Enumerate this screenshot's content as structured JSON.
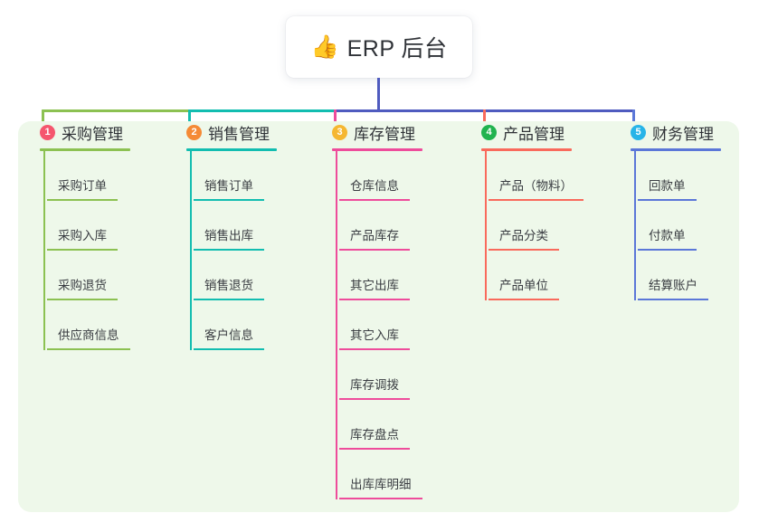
{
  "root": {
    "icon": "thumbs-up-icon",
    "emoji": "👍",
    "title": "ERP 后台"
  },
  "theme": {
    "page_background": "#ffffff",
    "panel_background": "#eef8ea",
    "root_connector": "#4f5bbf",
    "text_color": "#2f3237"
  },
  "connector": {
    "segments": [
      {
        "name": "bus-green",
        "color": "#8cc152"
      },
      {
        "name": "bus-teal",
        "color": "#12bdb0"
      },
      {
        "name": "bus-indigo",
        "color": "#4f5bbf"
      }
    ]
  },
  "columns": [
    {
      "number": "1",
      "title": "采购管理",
      "badge_color": "#f5566e",
      "line_color": "#8cc152",
      "items": [
        {
          "label": "采购订单"
        },
        {
          "label": "采购入库"
        },
        {
          "label": "采购退货"
        },
        {
          "label": "供应商信息"
        }
      ]
    },
    {
      "number": "2",
      "title": "销售管理",
      "badge_color": "#f58a35",
      "line_color": "#12bdb0",
      "items": [
        {
          "label": "销售订单"
        },
        {
          "label": "销售出库"
        },
        {
          "label": "销售退货"
        },
        {
          "label": "客户信息"
        }
      ]
    },
    {
      "number": "3",
      "title": "库存管理",
      "badge_color": "#f5b731",
      "line_color": "#ee4c9b",
      "items": [
        {
          "label": "仓库信息"
        },
        {
          "label": "产品库存"
        },
        {
          "label": "其它出库"
        },
        {
          "label": "其它入库"
        },
        {
          "label": "库存调拨"
        },
        {
          "label": "库存盘点"
        },
        {
          "label": "出库库明细"
        }
      ]
    },
    {
      "number": "4",
      "title": "产品管理",
      "badge_color": "#21b34e",
      "line_color": "#f96a5c",
      "items": [
        {
          "label": "产品（物料）"
        },
        {
          "label": "产品分类"
        },
        {
          "label": "产品单位"
        }
      ]
    },
    {
      "number": "5",
      "title": "财务管理",
      "badge_color": "#27b4e8",
      "line_color": "#5b77d8",
      "items": [
        {
          "label": "回款单"
        },
        {
          "label": "付款单"
        },
        {
          "label": "结算账户"
        }
      ]
    }
  ]
}
